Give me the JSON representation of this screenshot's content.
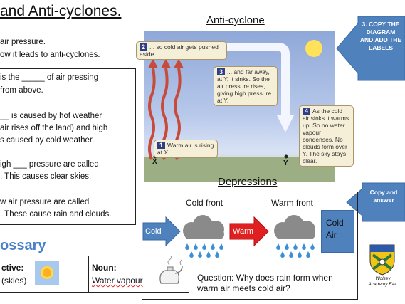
{
  "page": {
    "title": "and Anti-cyclones.",
    "intro": [
      "air pressure.",
      "ow it leads to anti-cyclones."
    ]
  },
  "textbox": {
    "lines": [
      "is the _____ of air pressing",
      "from above.",
      "__ is caused by hot weather",
      "air rises off the land) and high",
      "s caused by cold weather.",
      "igh ___ pressure are called",
      ". This causes clear skies.",
      "w air pressure are called",
      ". These cause rain and clouds."
    ]
  },
  "glossary": {
    "heading": "ossary",
    "adjective_label": "ctive:",
    "adjective_value": "(skies)",
    "noun_label": "Noun:",
    "noun_value": "Water vapour"
  },
  "anticyclone": {
    "title": "Anti-cyclone",
    "callouts": [
      {
        "num": "1",
        "text": "Warm air is rising at X ..."
      },
      {
        "num": "2",
        "text": "... so cold air gets pushed aside ..."
      },
      {
        "num": "3",
        "text": "... and far away, at Y, it sinks. So the air pressure rises, giving high pressure at Y."
      },
      {
        "num": "4",
        "text": "As the cold air sinks it warms up. So no water vapour condenses. No clouds form over Y. The sky stays clear."
      }
    ],
    "point_x": "X",
    "point_y": "Y"
  },
  "task_tags": {
    "copy_diagram": "3. COPY THE DIAGRAM AND ADD THE LABELS",
    "copy_answer": "Copy and answer"
  },
  "depressions": {
    "title": "Depressions",
    "cold_front": "Cold front",
    "warm_front": "Warm front",
    "cold_arrow": "Cold",
    "warm_arrow": "Warm",
    "cold_air": "Cold Air",
    "question": "Question: Why does rain form when warm air meets cold air?"
  },
  "logo": {
    "text": "Wolsey Academy EAL"
  },
  "colors": {
    "arrow_blue": "#4f81bd",
    "warm_red": "#e02020",
    "glossary_blue": "#4a80c8",
    "callout_num": "#2f3f86"
  }
}
